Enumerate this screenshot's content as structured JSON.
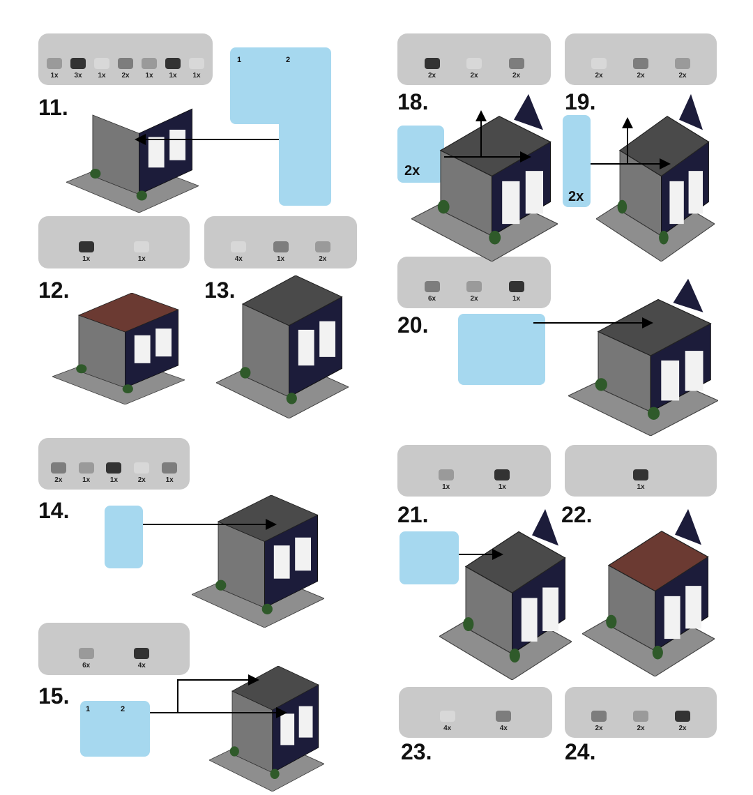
{
  "steps": [
    {
      "number": "11.",
      "parts": [
        "1x",
        "3x",
        "1x",
        "2x",
        "1x",
        "1x",
        "1x"
      ],
      "callout_labels": [
        "1",
        "2"
      ]
    },
    {
      "number": "12.",
      "parts": [
        "1x",
        "1x"
      ]
    },
    {
      "number": "13.",
      "parts": [
        "4x",
        "1x",
        "2x"
      ]
    },
    {
      "number": "14.",
      "parts": [
        "2x",
        "1x",
        "1x",
        "2x",
        "1x"
      ]
    },
    {
      "number": "15.",
      "parts": [
        "6x",
        "4x"
      ],
      "callout_labels": [
        "1",
        "2"
      ]
    },
    {
      "number": "18.",
      "parts": [
        "2x",
        "2x",
        "2x"
      ],
      "callout_labels": [
        "2x"
      ]
    },
    {
      "number": "19.",
      "parts": [
        "2x",
        "2x",
        "2x"
      ],
      "callout_labels": [
        "2x"
      ]
    },
    {
      "number": "20.",
      "parts": [
        "6x",
        "2x",
        "1x"
      ]
    },
    {
      "number": "21.",
      "parts": [
        "1x",
        "1x"
      ]
    },
    {
      "number": "22.",
      "parts": [
        "1x"
      ]
    },
    {
      "number": "23.",
      "parts": [
        "4x",
        "4x"
      ]
    },
    {
      "number": "24.",
      "parts": [
        "2x",
        "2x",
        "2x"
      ]
    }
  ],
  "colors": {
    "panel": "#c9c9c9",
    "callout": "#a6d8ef",
    "wall": "#1c1c3a",
    "base": "#8e8e8e",
    "roof": "#6b3a32"
  }
}
